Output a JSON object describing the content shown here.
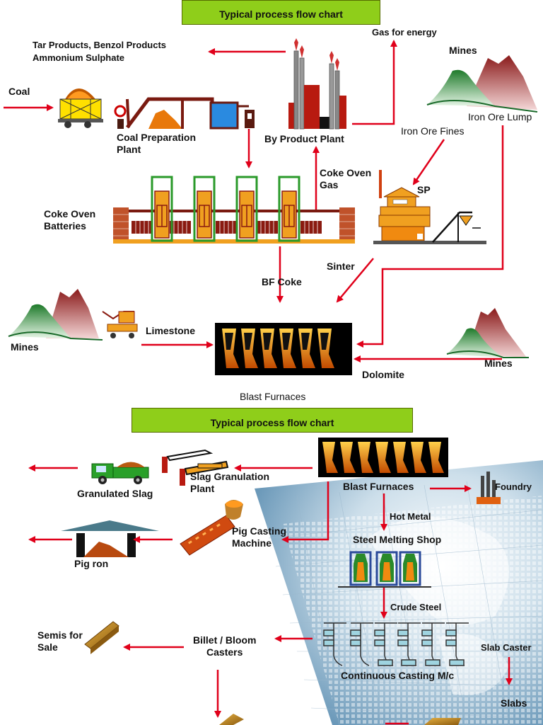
{
  "top": {
    "title": "Typical process flow chart",
    "labels": {
      "tar_products": "Tar Products, Benzol Products",
      "ammonium": "Ammonium Sulphate",
      "gas_energy": "Gas for energy",
      "mines_top": "Mines",
      "coal": "Coal",
      "coal_prep": "Coal Preparation\nPlant",
      "by_product": "By Product Plant",
      "iron_ore_lump": "Iron Ore Lump",
      "iron_ore_fines": "Iron Ore Fines",
      "coke_oven_gas": "Coke Oven\nGas",
      "sp": "SP",
      "coke_oven_batteries": "Coke Oven\nBatteries",
      "sinter": "Sinter",
      "bf_coke": "BF Coke",
      "limestone": "Limestone",
      "mines_left": "Mines",
      "mines_right": "Mines",
      "dolomite": "Dolomite",
      "blast_furnaces": "Blast Furnaces"
    }
  },
  "bottom": {
    "title": "Typical process flow chart",
    "labels": {
      "slag_granulation": "Slag Granulation\nPlant",
      "granulated_slag": "Granulated Slag",
      "blast_furnaces": "Blast Furnaces",
      "foundry": "Foundry",
      "hot_metal": "Hot Metal",
      "pig_casting": "Pig Casting\nMachine",
      "pig_iron": "Pig ron",
      "steel_melting": "Steel Melting Shop",
      "crude_steel": "Crude Steel",
      "semis": "Semis for\nSale",
      "billet": "Billet / Bloom\nCasters",
      "slab_caster": "Slab Caster",
      "continuous": "Continuous Casting M/c",
      "slabs": "Slabs"
    }
  },
  "colors": {
    "arrow": "#e0001a",
    "title_bg": "#8fce1a",
    "furnace": "#e8820a",
    "oven": "#f0a020",
    "brick": "#b84a2a"
  },
  "icons": [
    "coal-wagon-icon",
    "coal-conveyor-icon",
    "chimney-stacks-icon",
    "mountain-icon",
    "coke-oven-icon",
    "sinter-plant-icon",
    "blast-furnace-icon",
    "crane-icon",
    "truck-icon",
    "slag-plant-icon",
    "pig-casting-icon",
    "pig-iron-pile-icon",
    "converter-icon",
    "caster-icon",
    "billet-icon",
    "world-map-background"
  ]
}
